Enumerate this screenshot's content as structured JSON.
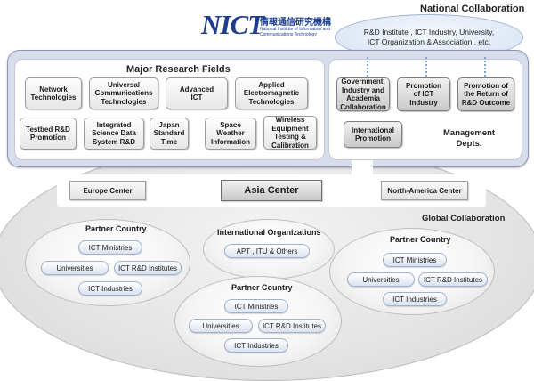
{
  "logo": {
    "mark": "NICT",
    "jp": "情報通信研究機構",
    "en": "National Institute of Information and Communications Technology"
  },
  "national": {
    "title": "National Collaboration",
    "lines": [
      "R&D Institute , ICT Industry, University,",
      "ICT Organization & Association , etc."
    ]
  },
  "research": {
    "title": "Major Research Fields",
    "fields": [
      [
        "Network",
        "Technologies"
      ],
      [
        "Universal",
        "Communications",
        "Technologies"
      ],
      [
        "Advanced",
        "ICT"
      ],
      [
        "Applied",
        "Electromagnetic",
        "Technologies"
      ],
      [
        "Testbed R&D",
        "Promotion"
      ],
      [
        "Integrated",
        "Science Data",
        "System R&D"
      ],
      [
        "Japan",
        "Standard",
        "Time"
      ],
      [
        "Space",
        "Weather",
        "Information"
      ],
      [
        "Wireless",
        "Equipment",
        "Testing &",
        "Calibration"
      ]
    ]
  },
  "management": {
    "title": [
      "Management",
      "Depts."
    ],
    "items": [
      [
        "Government,",
        "Industry and",
        "Academia",
        "Collaboration"
      ],
      [
        "Promotion",
        "of ICT",
        "Industry"
      ],
      [
        "Promotion of",
        "the Return of",
        "R&D Outcome"
      ],
      [
        "International",
        "Promotion"
      ]
    ]
  },
  "centers": [
    "Europe Center",
    "Asia Center",
    "North-America Center"
  ],
  "global": {
    "title": "Global Collaboration"
  },
  "partner_left": {
    "title": "Partner Country",
    "items": [
      "ICT Ministries",
      "Universities",
      "ICT R&D Institutes",
      "ICT Industries"
    ]
  },
  "intl_orgs": {
    "title": "International Organizations",
    "items": [
      "APT , ITU & Others"
    ]
  },
  "partner_right": {
    "title": "Partner Country",
    "items": [
      "ICT Ministries",
      "Universities",
      "ICT R&D Institutes",
      "ICT Industries"
    ]
  },
  "partner_bottom": {
    "title": "Partner Country",
    "items": [
      "ICT Ministries",
      "Universities",
      "ICT R&D Institutes",
      "ICT Industries"
    ]
  }
}
